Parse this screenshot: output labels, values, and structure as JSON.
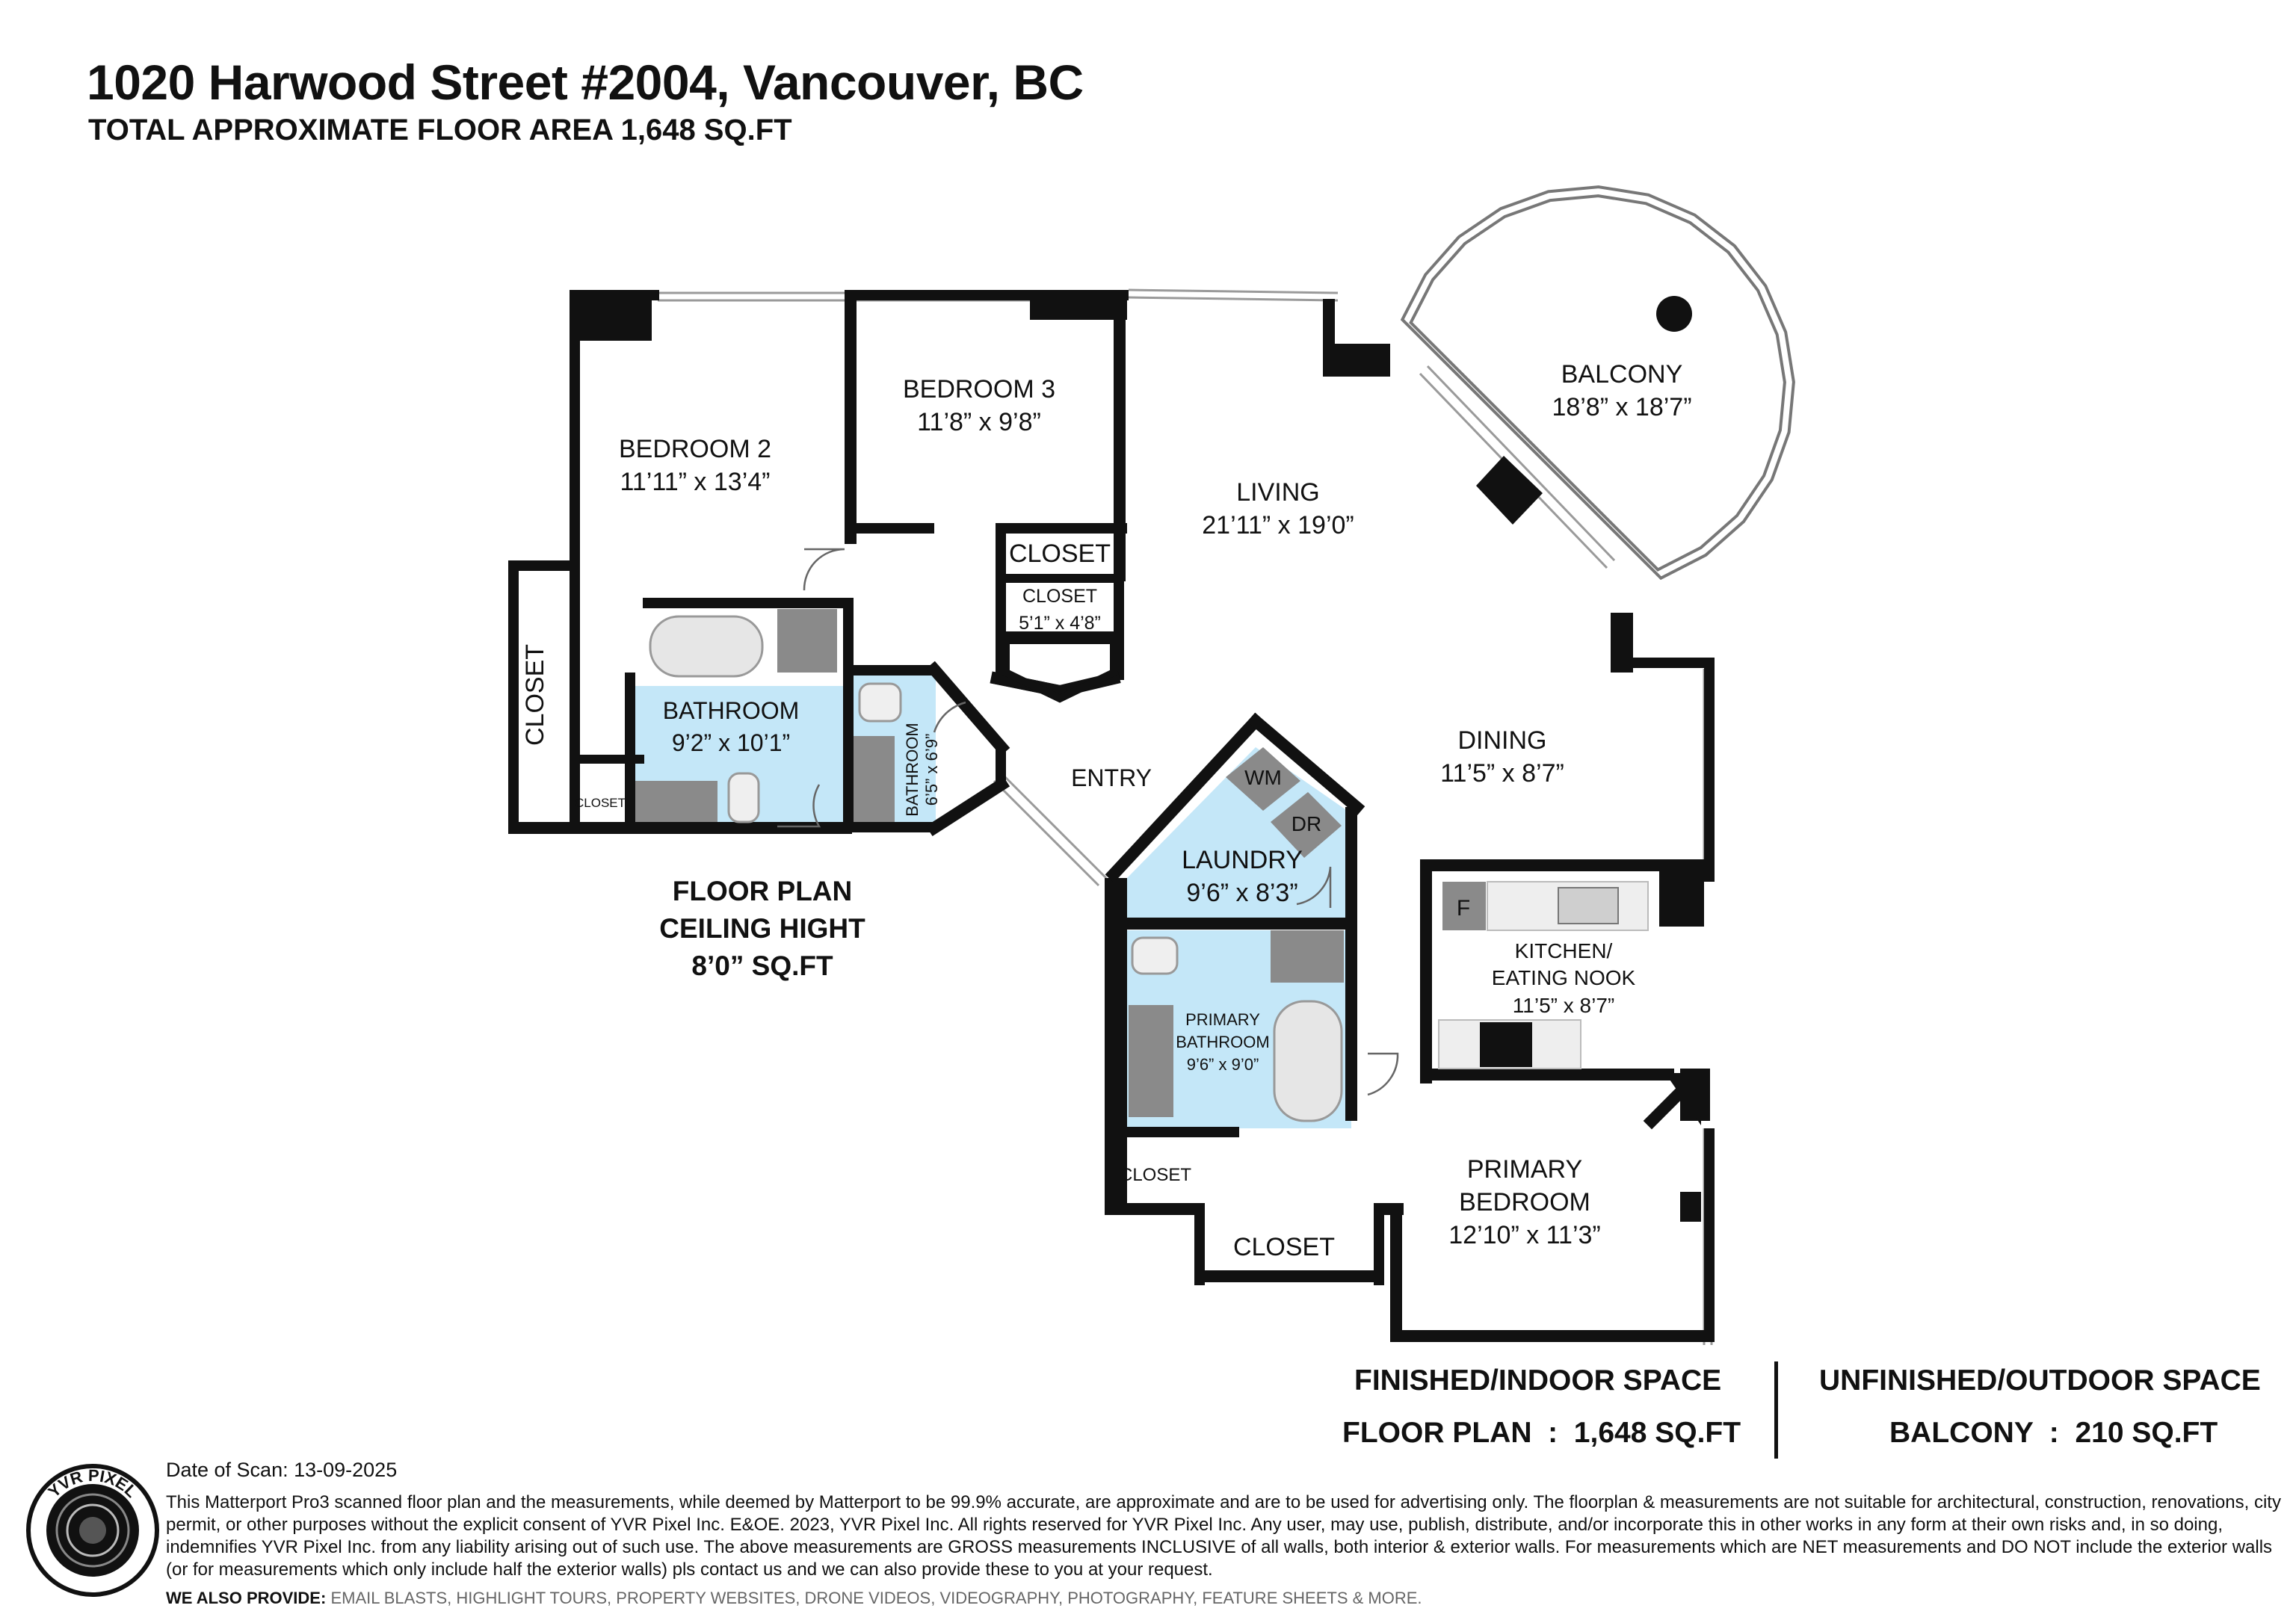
{
  "header": {
    "address": "1020 Harwood Street #2004, Vancouver, BC",
    "total_area": "TOTAL APPROXIMATE FLOOR AREA 1,648 SQ.FT"
  },
  "rooms": {
    "bedroom2": {
      "name": "BEDROOM 2",
      "dims": "11’11” x 13’4”"
    },
    "bedroom3": {
      "name": "BEDROOM 3",
      "dims": "11’8” x 9’8”"
    },
    "living": {
      "name": "LIVING",
      "dims": "21’11” x 19’0”"
    },
    "balcony": {
      "name": "BALCONY",
      "dims": "18’8” x 18’7”"
    },
    "closet_b3": {
      "name": "CLOSET"
    },
    "closet_walkin": {
      "name": "CLOSET",
      "dims": "5’1” x 4’8”"
    },
    "closet_b2": {
      "name": "CLOSET"
    },
    "closet_small": {
      "name": "CLOSET"
    },
    "bathroom": {
      "name": "BATHROOM",
      "dims": "9’2” x 10’1”"
    },
    "bathroom2": {
      "name": "BATHROOM",
      "dims": "6’5” x 6’9”"
    },
    "entry": {
      "name": "ENTRY"
    },
    "dining": {
      "name": "DINING",
      "dims": "11’5” x 8’7”"
    },
    "laundry": {
      "name": "LAUNDRY",
      "dims": "9’6” x 8’3”",
      "washer": "WM",
      "dryer": "DR"
    },
    "kitchen": {
      "name1": "KITCHEN/",
      "name2": "EATING NOOK",
      "dims": "11’5” x 8’7”",
      "fridge": "F"
    },
    "primary_bath": {
      "name1": "PRIMARY",
      "name2": "BATHROOM",
      "dims": "9’6” x 9’0”"
    },
    "closet_pb": {
      "name": "CLOSET"
    },
    "closet_pbed": {
      "name": "CLOSET"
    },
    "primary_bedroom": {
      "name1": "PRIMARY",
      "name2": "BEDROOM",
      "dims": "12’10” x 11’3”"
    }
  },
  "ceiling": {
    "line1": "FLOOR PLAN",
    "line2": "CEILING HIGHT",
    "line3": "8’0” SQ.FT"
  },
  "summary": {
    "finished_heading": "FINISHED/INDOOR SPACE",
    "finished_value": "FLOOR PLAN  :  1,648 SQ.FT",
    "unfinished_heading": "UNFINISHED/OUTDOOR SPACE",
    "unfinished_value": "BALCONY  :  210 SQ.FT"
  },
  "footer": {
    "scan_date": "Date of Scan: 13-09-2025",
    "disclaimer": "This Matterport Pro3 scanned floor plan and the measurements, while deemed by Matterport to be 99.9% accurate, are approximate and are to be used for advertising only. The floorplan & measurements are not suitable for architectural, construction, renovations, city permit, or other purposes without the explicit consent of YVR Pixel Inc. E&OE. 2023, YVR Pixel Inc. All rights reserved for YVR Pixel Inc. Any user, may use, publish, distribute, and/or incorporate this in other works in any form at their own risks and, in so doing, indemnifies YVR Pixel Inc. from any liability arising out of such use. The above measurements are GROSS measurements INCLUSIVE of all walls, both interior & exterior walls. For measurements which are NET measurements and DO NOT include the exterior walls (or for measurements which only include half the exterior walls) pls contact us and we can also provide these to you at your request.",
    "provide_label": "WE ALSO PROVIDE:",
    "provide_items": "EMAIL BLASTS, HIGHLIGHT TOURS, PROPERTY WEBSITES, DRONE VIDEOS, VIDEOGRAPHY, PHOTOGRAPHY, FEATURE SHEETS & MORE.",
    "logo_text": "YVR PIXEL"
  },
  "colors": {
    "wall": "#111111",
    "bath_fill": "#c4e7f8",
    "fixture": "#8a8a8a",
    "window": "#9a9a9a"
  }
}
